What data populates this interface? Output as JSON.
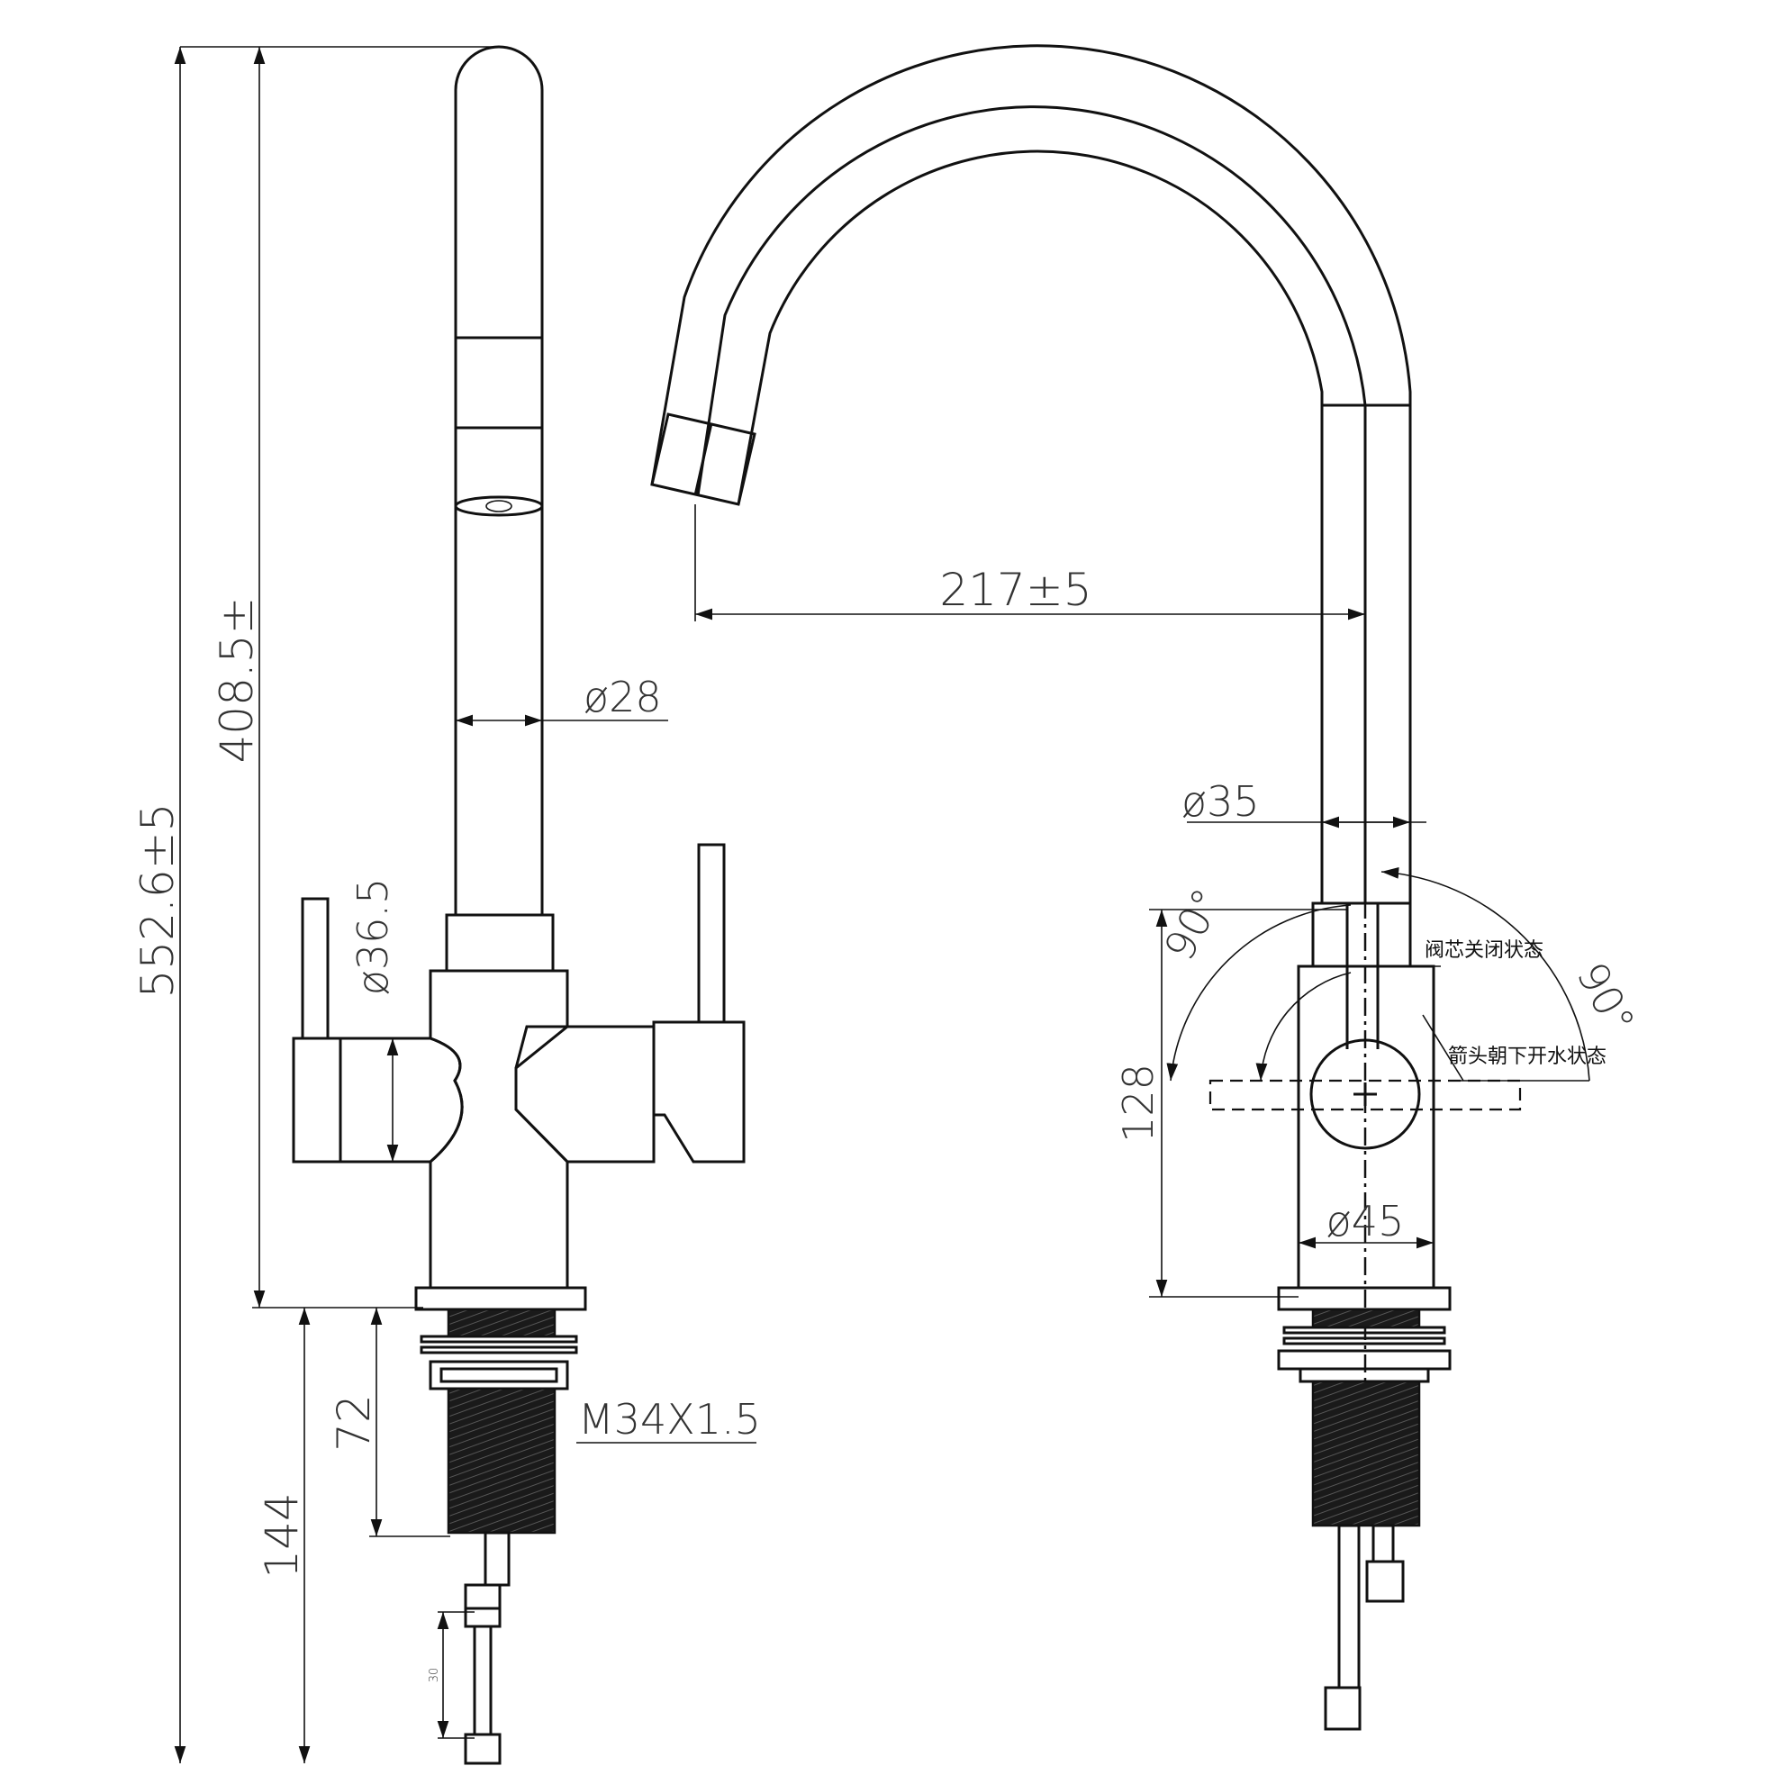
{
  "dimensions": {
    "total_height": "552.6±5",
    "spout_height": "408.5±",
    "spout_diameter": "ø28",
    "body_diameter": "ø36.5",
    "shank_length": "144",
    "thread_length": "72",
    "thread_spec": "M34X1.5",
    "hose_fitting": "30",
    "reach": "217±5",
    "spout_diameter_side": "ø35",
    "handle_height": "128",
    "base_diameter": "ø45",
    "angle_top": "90°",
    "angle_right": "90°"
  },
  "annotations": {
    "valve_closed": "阀芯关闭状态",
    "arrow_down_open": "箭头朝下开水状态"
  }
}
